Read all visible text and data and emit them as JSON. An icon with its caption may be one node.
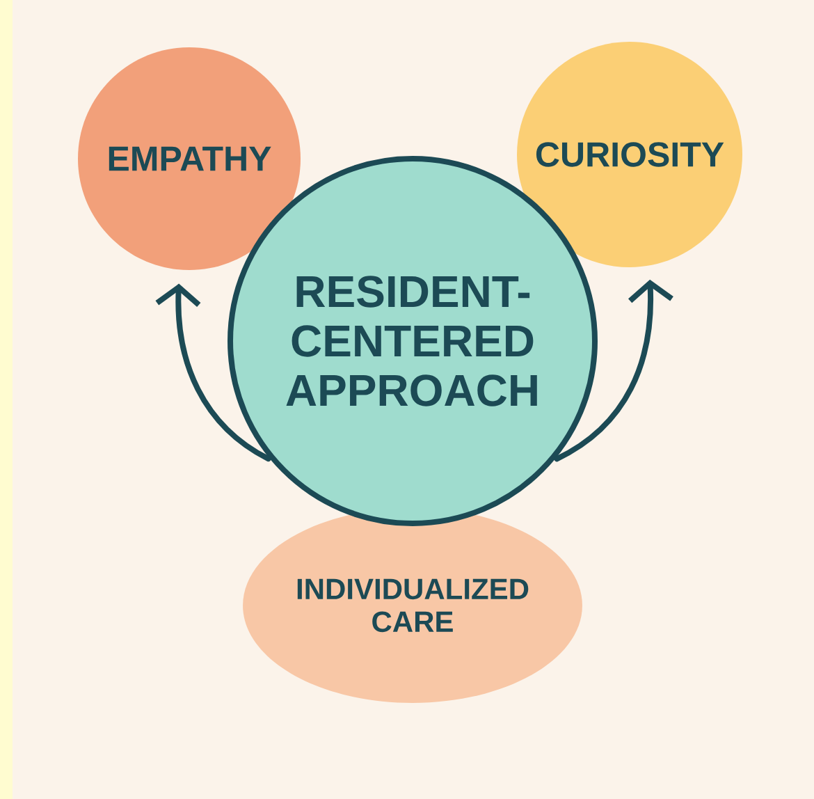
{
  "diagram": {
    "nodes": [
      {
        "text": [
          "RESIDENT-CENTERED APPROACH"
        ]
      },
      {
        "text": [
          "EMPATHY"
        ]
      },
      {
        "text": [
          "CURIOSITY"
        ]
      },
      {
        "text": [
          "INDIVIDUALIZED CARE"
        ]
      }
    ],
    "edges": [
      {
        "from": 0,
        "to": 1,
        "arrow": "to"
      },
      {
        "from": 0,
        "to": 2,
        "arrow": "to"
      }
    ]
  }
}
